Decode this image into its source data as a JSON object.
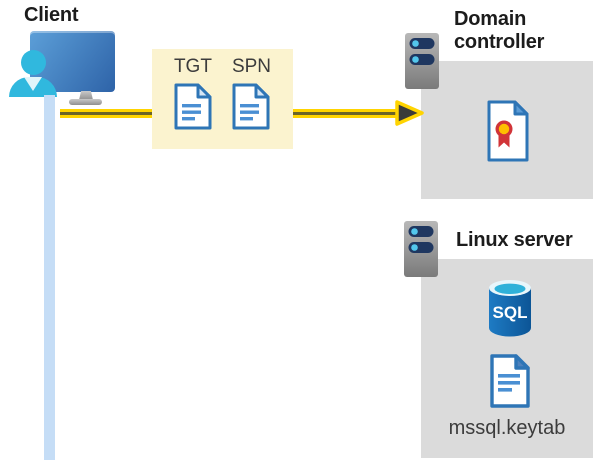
{
  "diagram": {
    "client": {
      "label": "Client"
    },
    "token_box": {
      "tgt_label": "TGT",
      "spn_label": "SPN"
    },
    "domain_controller": {
      "label": "Domain controller"
    },
    "linux_server": {
      "label": "Linux server",
      "sql_label": "SQL",
      "keytab_label": "mssql.keytab"
    }
  },
  "icons": {
    "client": "person-at-monitor-icon",
    "tickets": [
      "document-icon",
      "document-icon"
    ],
    "domain_controller": [
      "server-tower-icon",
      "certificate-icon"
    ],
    "linux_server": [
      "server-tower-icon",
      "sql-database-icon",
      "document-icon"
    ]
  },
  "colors": {
    "text_dark": "#1C1C1C",
    "text_gray": "#3C3C3C",
    "arrow_yellow": "#FFD400",
    "arrow_core": "#6B6428",
    "arrowhead_fill": "#3B3B39",
    "box_yellow": "#FBF3CF",
    "box_gray": "#DBDBDB",
    "vline_blue": "#C5DDF6",
    "doc_blue": "#2E75B6",
    "doc_fold_light": "#D6E6F5",
    "doc_line": "#4A8FD3",
    "keytab_fold": "#4E81BD",
    "server_navy": "#1F3760",
    "server_gray_t": "#B8B8B8",
    "server_gray_b": "#7A7A7A",
    "dot_cyan": "#53C7EC",
    "cert_red": "#D13438",
    "cert_gold": "#FFBF00",
    "cert_fold": "#5B9BD5",
    "sql_body_l": "#1E7BC4",
    "sql_body_r": "#0C5596",
    "sql_top": "#E8F6FB",
    "sql_inner": "#2FB1D9",
    "person_cyan": "#30B8DE",
    "monitor_l": "#5C9FD8",
    "monitor_r": "#2E63A8",
    "stand_l": "#C9C9C9",
    "stand_d": "#8F8F8F"
  }
}
